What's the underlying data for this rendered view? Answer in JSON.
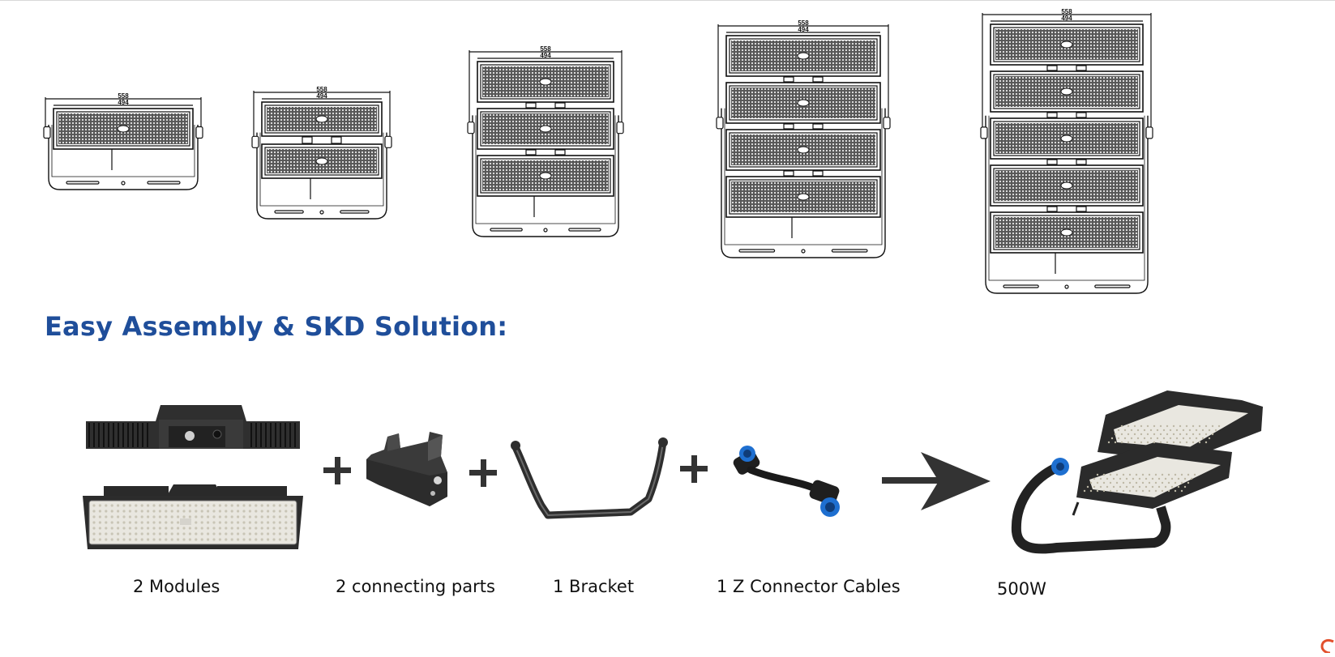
{
  "drawings": [
    {
      "modules": 1,
      "overall_dim": "558",
      "inner_dim": "494"
    },
    {
      "modules": 2,
      "overall_dim": "558",
      "inner_dim": "494"
    },
    {
      "modules": 3,
      "overall_dim": "558",
      "inner_dim": "494"
    },
    {
      "modules": 4,
      "overall_dim": "558",
      "inner_dim": "494"
    },
    {
      "modules": 5,
      "overall_dim": "558",
      "inner_dim": "494"
    }
  ],
  "heading": "Easy Assembly & SKD Solution:",
  "assembly": {
    "labels": {
      "modules": "2 Modules",
      "connecting_parts": "2 connecting parts",
      "bracket": "1 Bracket",
      "cables": "1 Z Connector Cables",
      "result": "500W"
    },
    "icons": [
      "heatsink-module-icon",
      "led-module-icon",
      "plus-icon",
      "connecting-part-icon",
      "bracket-icon",
      "z-connector-cable-icon",
      "arrow-right-icon",
      "floodlight-500w-icon"
    ]
  },
  "colors": {
    "heading": "#1f4e9a",
    "text": "#111111",
    "product_dark": "#2b2b2b",
    "connector_blue": "#1e6fd0",
    "led_panel": "#e9e7e0",
    "brand_mark": "#e2502d"
  }
}
